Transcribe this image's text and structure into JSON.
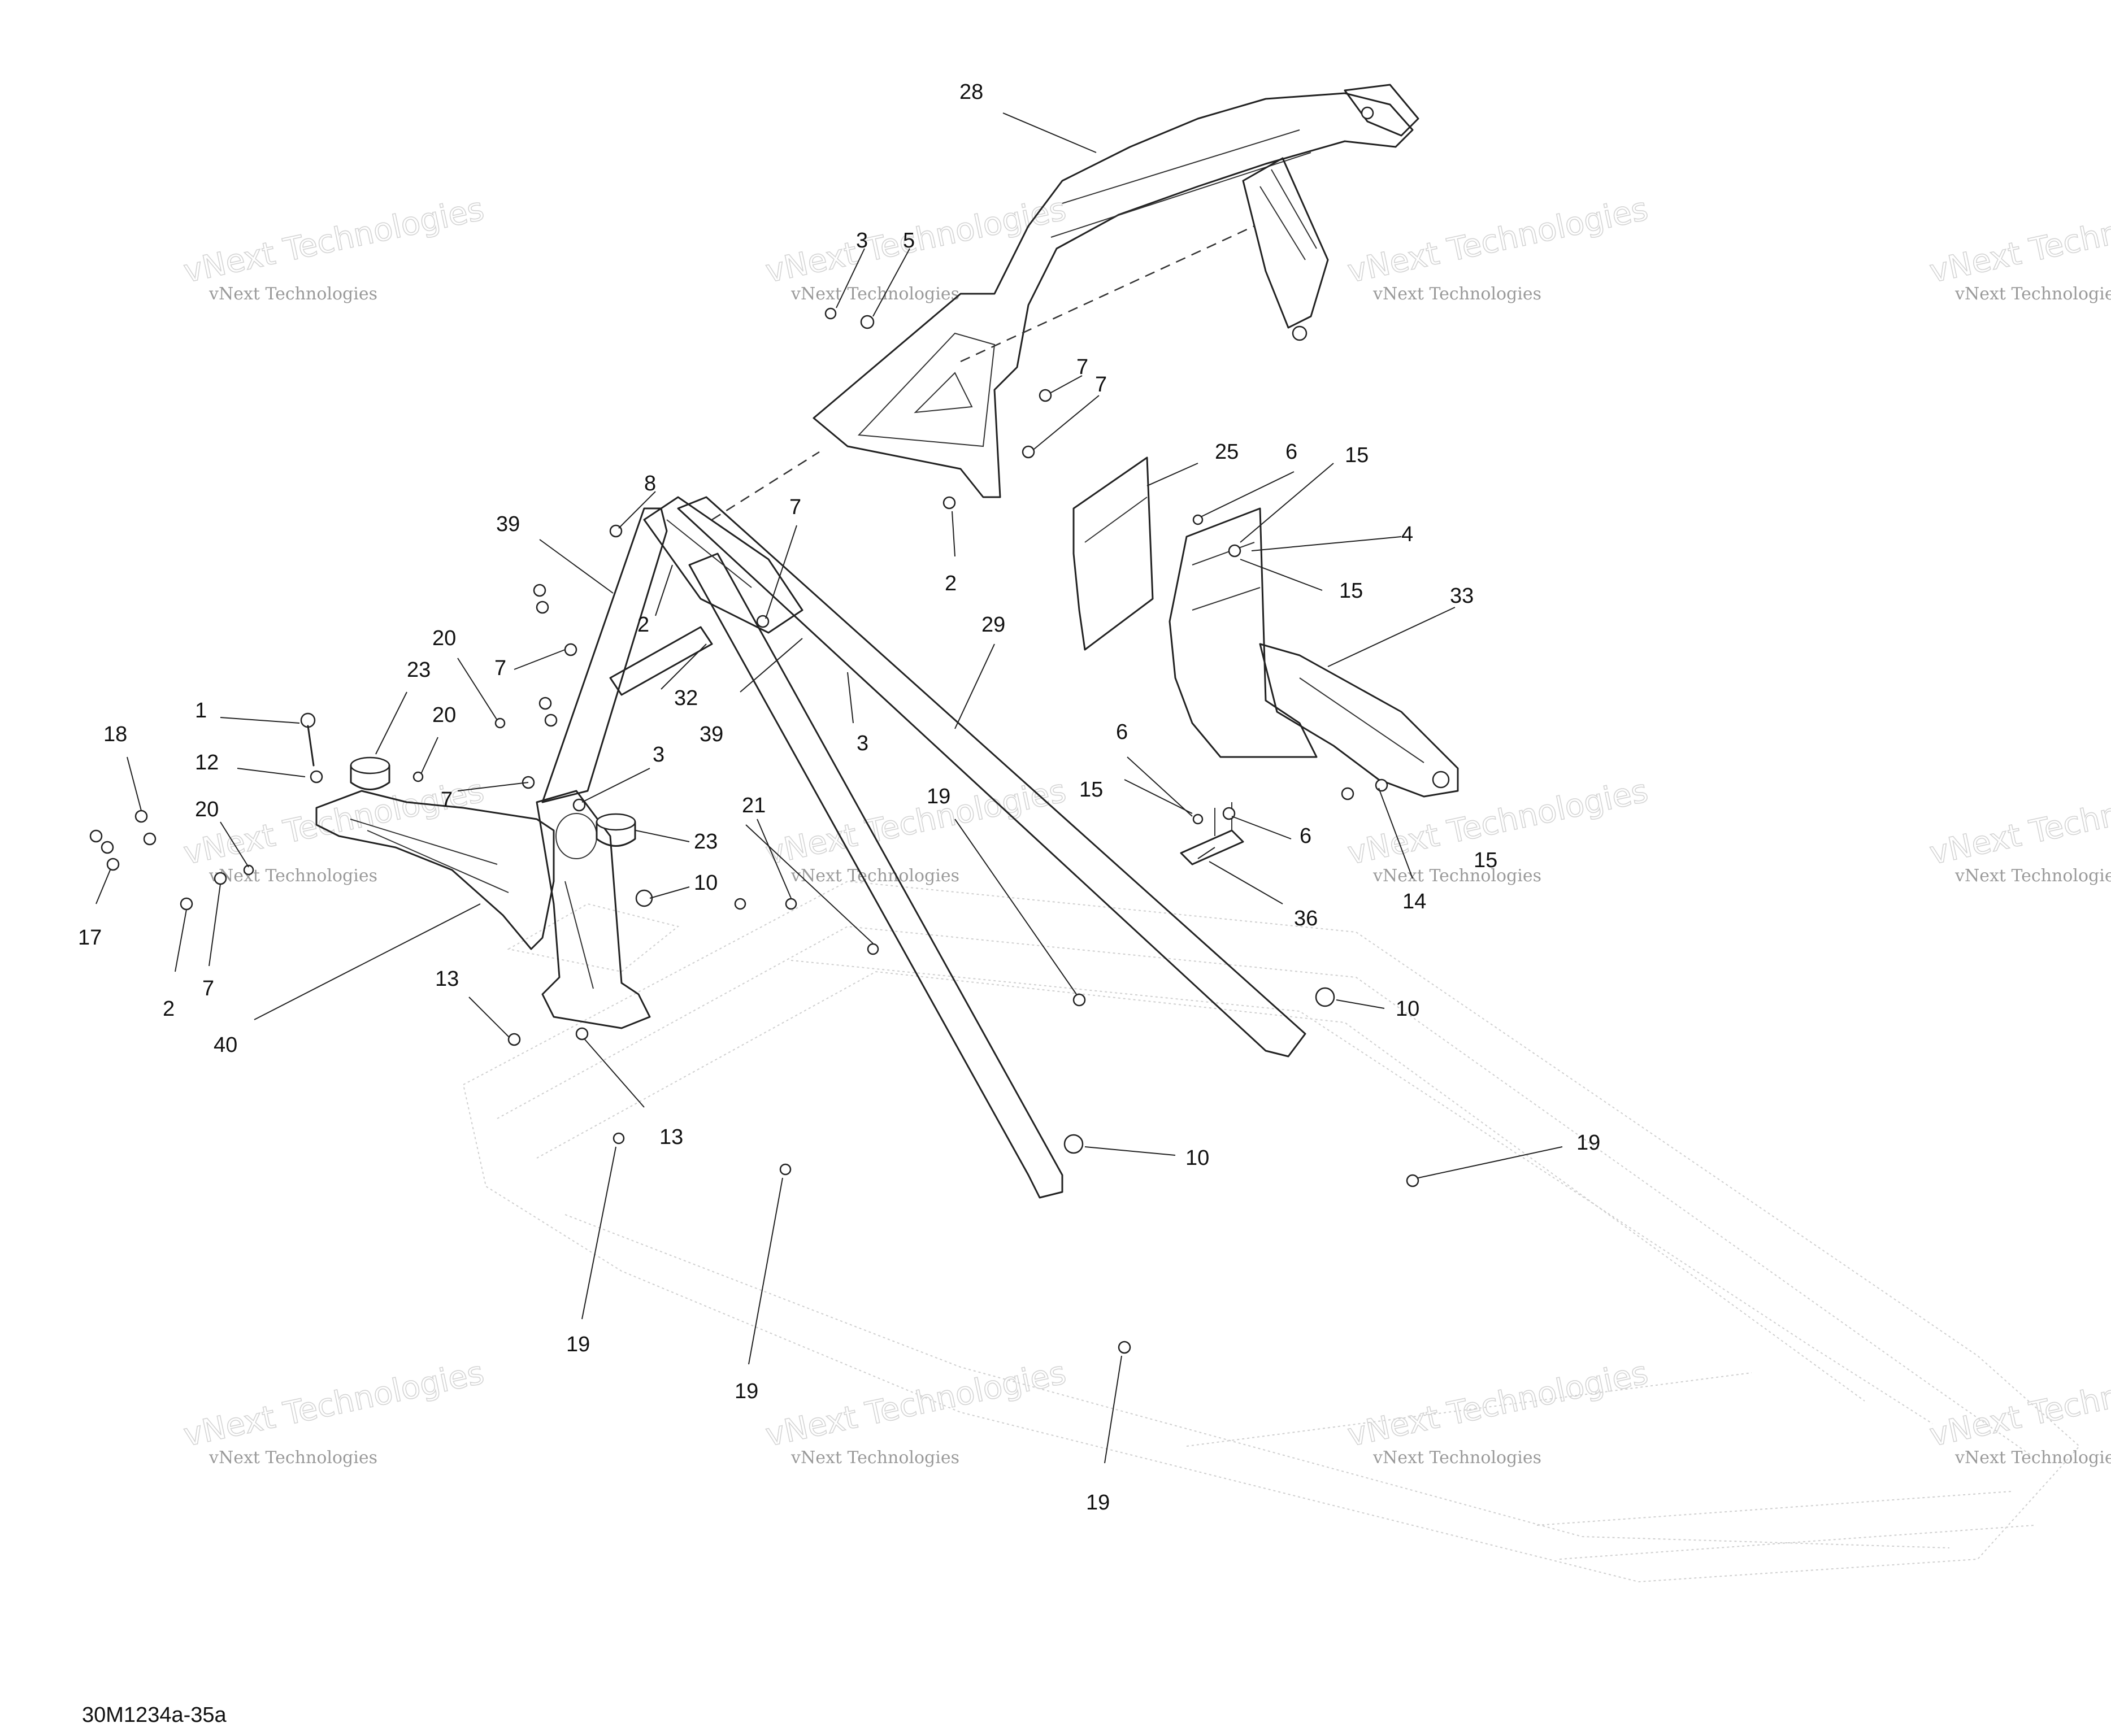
{
  "diagram": {
    "figure_code": "30M1234a-35a",
    "watermark_line1": "vNext Technologies",
    "watermark_line2": "vNext Technologies",
    "callouts": [
      {
        "id": "c28",
        "text": "28"
      },
      {
        "id": "c3a",
        "text": "3"
      },
      {
        "id": "c5",
        "text": "5"
      },
      {
        "id": "c7a",
        "text": "7"
      },
      {
        "id": "c7b",
        "text": "7"
      },
      {
        "id": "c2a",
        "text": "2"
      },
      {
        "id": "c8",
        "text": "8"
      },
      {
        "id": "c39a",
        "text": "39"
      },
      {
        "id": "c7c",
        "text": "7"
      },
      {
        "id": "c2b",
        "text": "2"
      },
      {
        "id": "c25",
        "text": "25"
      },
      {
        "id": "c6a",
        "text": "6"
      },
      {
        "id": "c15a",
        "text": "15"
      },
      {
        "id": "c4",
        "text": "4"
      },
      {
        "id": "c15b",
        "text": "15"
      },
      {
        "id": "c33",
        "text": "33"
      },
      {
        "id": "c29",
        "text": "29"
      },
      {
        "id": "c20a",
        "text": "20"
      },
      {
        "id": "c7d",
        "text": "7"
      },
      {
        "id": "c23a",
        "text": "23"
      },
      {
        "id": "c20b",
        "text": "20"
      },
      {
        "id": "c1",
        "text": "1"
      },
      {
        "id": "c32",
        "text": "32"
      },
      {
        "id": "c39b",
        "text": "39"
      },
      {
        "id": "c3b",
        "text": "3"
      },
      {
        "id": "c18",
        "text": "18"
      },
      {
        "id": "c12",
        "text": "12"
      },
      {
        "id": "c3c",
        "text": "3"
      },
      {
        "id": "c7e",
        "text": "7"
      },
      {
        "id": "c20c",
        "text": "20"
      },
      {
        "id": "c23b",
        "text": "23"
      },
      {
        "id": "c21",
        "text": "21"
      },
      {
        "id": "c19a",
        "text": "19"
      },
      {
        "id": "c6b",
        "text": "6"
      },
      {
        "id": "c15c",
        "text": "15"
      },
      {
        "id": "c6c",
        "text": "6"
      },
      {
        "id": "c15d",
        "text": "15"
      },
      {
        "id": "c14",
        "text": "14"
      },
      {
        "id": "c36",
        "text": "36"
      },
      {
        "id": "c17",
        "text": "17"
      },
      {
        "id": "c10a",
        "text": "10"
      },
      {
        "id": "c2c",
        "text": "2"
      },
      {
        "id": "c7f",
        "text": "7"
      },
      {
        "id": "c13a",
        "text": "13"
      },
      {
        "id": "c40",
        "text": "40"
      },
      {
        "id": "c10b",
        "text": "10"
      },
      {
        "id": "c13b",
        "text": "13"
      },
      {
        "id": "c10c",
        "text": "10"
      },
      {
        "id": "c19b",
        "text": "19"
      },
      {
        "id": "c19c",
        "text": "19"
      },
      {
        "id": "c19d",
        "text": "19"
      },
      {
        "id": "c19e",
        "text": "19"
      }
    ]
  }
}
